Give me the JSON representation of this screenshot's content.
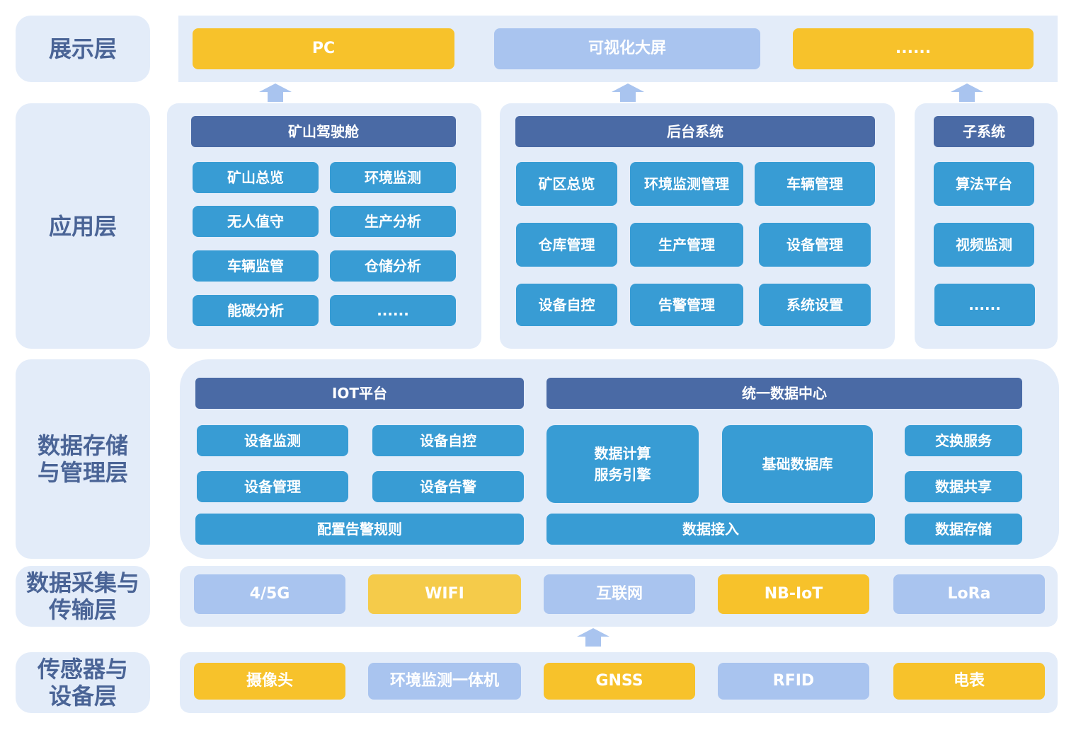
{
  "colors": {
    "panel": "#e3ecf9",
    "layer_label": "#4a6496",
    "yellow": "#f7c22b",
    "light_blue": "#a9c4ef",
    "dark_blue": "#4a6aa5",
    "teal": "#389cd4"
  },
  "layers": {
    "presentation": {
      "label": "展示层",
      "items": [
        "PC",
        "可视化大屏",
        "......"
      ]
    },
    "application": {
      "label": "应用层",
      "mine_cockpit": {
        "title": "矿山驾驶舱",
        "items": [
          "矿山总览",
          "环境监测",
          "无人值守",
          "生产分析",
          "车辆监管",
          "仓储分析",
          "能碳分析",
          "......"
        ]
      },
      "backend": {
        "title": "后台系统",
        "items": [
          "矿区总览",
          "环境监测管理",
          "车辆管理",
          "仓库管理",
          "生产管理",
          "设备管理",
          "设备自控",
          "告警管理",
          "系统设置"
        ]
      },
      "subsystem": {
        "title": "子系统",
        "items": [
          "算法平台",
          "视频监测",
          "......"
        ]
      }
    },
    "storage": {
      "label": "数据存储\n与管理层",
      "iot": {
        "title": "IOT平台",
        "items": [
          "设备监测",
          "设备自控",
          "设备管理",
          "设备告警"
        ],
        "rule": "配置告警规则"
      },
      "datacenter": {
        "title": "统一数据中心",
        "compute": "数据计算\n服务引擎",
        "base_db": "基础数据库",
        "access": "数据接入",
        "side_items": [
          "交换服务",
          "数据共享",
          "数据存储"
        ]
      }
    },
    "transmission": {
      "label": "数据采集与\n传输层",
      "items": [
        "4/5G",
        "WIFI",
        "互联网",
        "NB-IoT",
        "LoRa"
      ]
    },
    "sensors": {
      "label": "传感器与\n设备层",
      "items": [
        "摄像头",
        "环境监测一体机",
        "GNSS",
        "RFID",
        "电表"
      ]
    }
  }
}
